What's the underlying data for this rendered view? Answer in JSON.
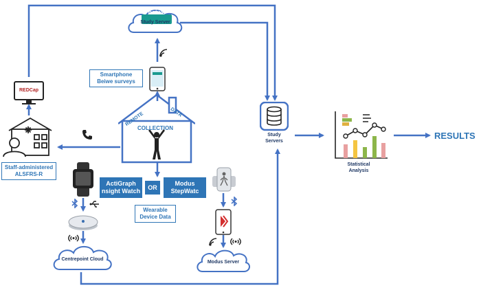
{
  "server": {
    "study_server_logo": "beiwe",
    "study_server_label": "Study Server",
    "study_servers_label": [
      "Study",
      "Servers"
    ],
    "modus_server_label": "Modus Server",
    "centrepoint_label": "Centrepoint Cloud"
  },
  "phone": {
    "label": [
      "Smartphone",
      "Beiwe surveys"
    ]
  },
  "house": {
    "remote": "REMOTE",
    "data": "DATA",
    "collection": "COLLECTION"
  },
  "clinic": {
    "label": [
      "Staff-administered",
      "ALSFRS-R"
    ]
  },
  "redcap": {
    "logo": "REDCap"
  },
  "devices": {
    "actigraph": [
      "ActiGraph",
      "nsight Watch"
    ],
    "or": "OR",
    "modus": [
      "Modus",
      "StepWatc"
    ],
    "wearable": [
      "Wearable",
      "Device Data"
    ]
  },
  "analysis": {
    "label": [
      "Statistical",
      "Analysis"
    ]
  },
  "results": {
    "label": "RESULTS"
  },
  "colors": {
    "accent": "#2e75b6",
    "dark": "#1f3864",
    "icon": "#222222"
  },
  "icons": [
    "phone-call-icon",
    "bluetooth-icon",
    "usb-icon",
    "wifi-icon",
    "database-icon",
    "person-icon"
  ]
}
